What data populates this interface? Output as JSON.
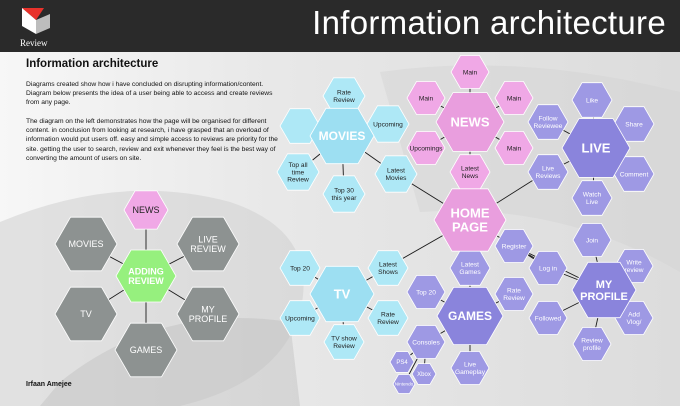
{
  "header": {
    "title": "Information architecture",
    "logo_text": "Review"
  },
  "left": {
    "title": "Information architecture",
    "para1": "Diagrams created show how i have concluded on disrupting information/content. Diagram below presents the idea of a user being able to access and create reviews from any page.",
    "para2": "The diagram on the left demonstrates how the page will be organised for different content. in conclusion from looking at research, i have grasped that an overload of information would put users off. easy and simple access to reviews are priority for the site. getting the user to search, review and exit whenever they feel is the best way of converting the amount of users on site.",
    "author": "Irfaan Amejee"
  },
  "colors": {
    "header_bg": "#2a2a2a",
    "pink": "#f0a8e6",
    "pink_center": "#e99ede",
    "cyan": "#aee8f6",
    "cyan_dark": "#9ddff2",
    "purple": "#8a84dc",
    "purple_light": "#9e99e4",
    "gray": "#8d9291",
    "green": "#96f07e",
    "text_dark": "#1e1e1e"
  },
  "small_diagram": {
    "center": "ADDING\nREVIEW",
    "nodes": [
      "NEWS",
      "LIVE\nREVIEW",
      "MY\nPROFILE",
      "GAMES",
      "TV",
      "MOVIES"
    ]
  },
  "diagram": {
    "home": "HOME\nPAGE",
    "news": {
      "label": "NEWS",
      "items": [
        "Main",
        "Main",
        "Main",
        "Main",
        "Upcomings",
        "Latest\nNews"
      ]
    },
    "movies": {
      "label": "MOVIES",
      "items": [
        "Rate\nReview",
        "Upcoming",
        "Top all\ntime\nReview",
        "Top 30\nthis year",
        "Latest\nMovies"
      ]
    },
    "live": {
      "label": "LIVE",
      "items": [
        "Like",
        "Share",
        "Comment",
        "Watch\nLive",
        "Live\nReviews",
        "Follow\nReviewee"
      ]
    },
    "tv": {
      "label": "TV",
      "items": [
        "Top 20",
        "Latest\nShows",
        "Upcoming",
        "Rate\nReview",
        "TV show\nReview"
      ]
    },
    "games": {
      "label": "GAMES",
      "items": [
        "Latest\nGames",
        "Top 20",
        "Rate\nReview",
        "Consoles",
        "Live\nGameplay",
        "PS4",
        "Xbox",
        "Nintendo"
      ]
    },
    "profile": {
      "label": "MY\nPROFILE",
      "items": [
        "Register",
        "Log in",
        "Join",
        "Write\nreview",
        "Add\nVlog/",
        "Review\nprofile",
        "Followed"
      ]
    }
  }
}
